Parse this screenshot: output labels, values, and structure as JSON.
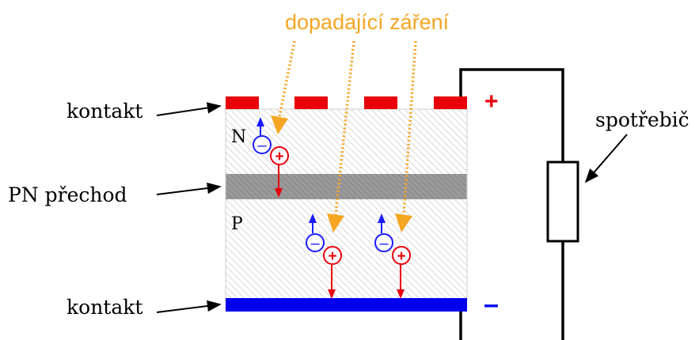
{
  "labels": {
    "incident_radiation": "dopadající záření",
    "contact_top": "kontakt",
    "contact_bottom": "kontakt",
    "pn_junction": "PN přechod",
    "consumer": "spotřebič",
    "layer_n": "N",
    "layer_p": "P",
    "terminal_plus": "+",
    "terminal_minus": "–",
    "electron_sign": "–",
    "hole_sign": "+"
  },
  "colors": {
    "radiation": "#f5a623",
    "contact_top": "#e8000b",
    "contact_bottom": "#0000ee",
    "electron": "#1a1aff",
    "hole": "#e8000b",
    "junction": "#9a9a9a",
    "wire": "#000000"
  },
  "icons": [
    "electron-charge-icon",
    "hole-charge-icon",
    "resistor-symbol",
    "pointer-arrow-icon"
  ]
}
